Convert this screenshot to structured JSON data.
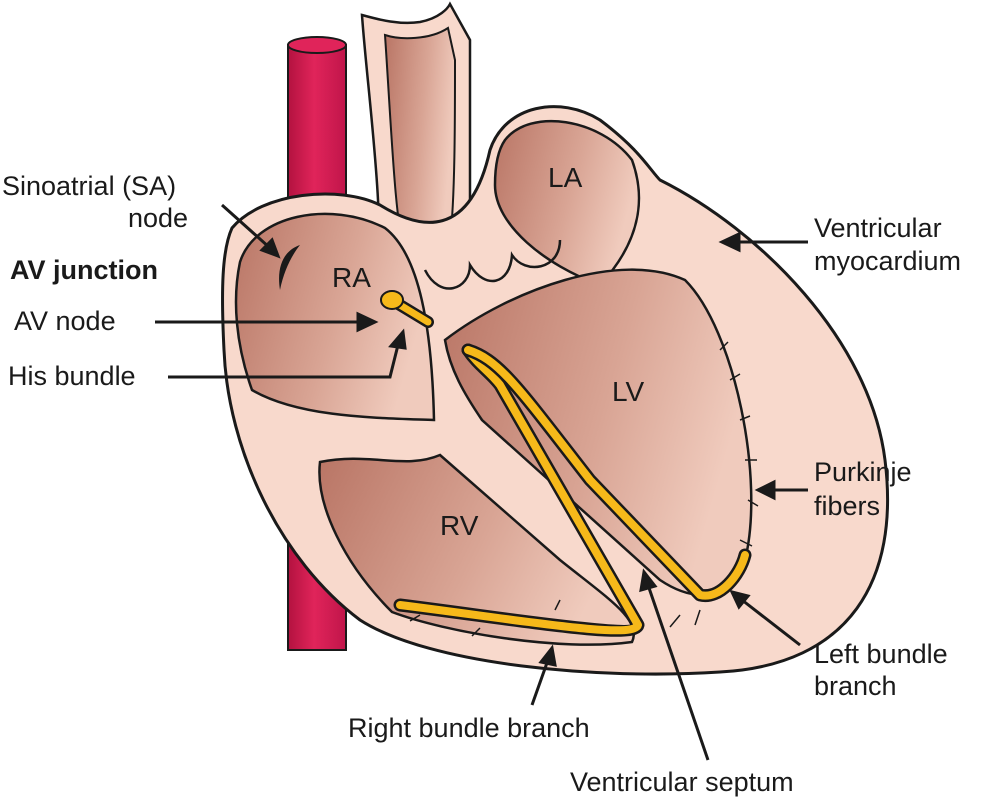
{
  "labels": {
    "sa_node_1": "Sinoatrial (SA)",
    "sa_node_2": "node",
    "av_junction": "AV junction",
    "av_node": "AV node",
    "his_bundle": "His bundle",
    "ventricular_myocardium_1": "Ventricular",
    "ventricular_myocardium_2": "myocardium",
    "purkinje_1": "Purkinje",
    "purkinje_2": "fibers",
    "left_bundle_1": "Left bundle",
    "left_bundle_2": "branch",
    "right_bundle": "Right bundle branch",
    "ventricular_septum": "Ventricular septum"
  },
  "chambers": {
    "ra": "RA",
    "la": "LA",
    "lv": "LV",
    "rv": "RV"
  },
  "colors": {
    "tissue": "#f8d9cc",
    "chamber": "#c98b7c",
    "vessel": "#d41a4e",
    "conduction": "#f6b91a",
    "outline": "#1a1a1a"
  }
}
